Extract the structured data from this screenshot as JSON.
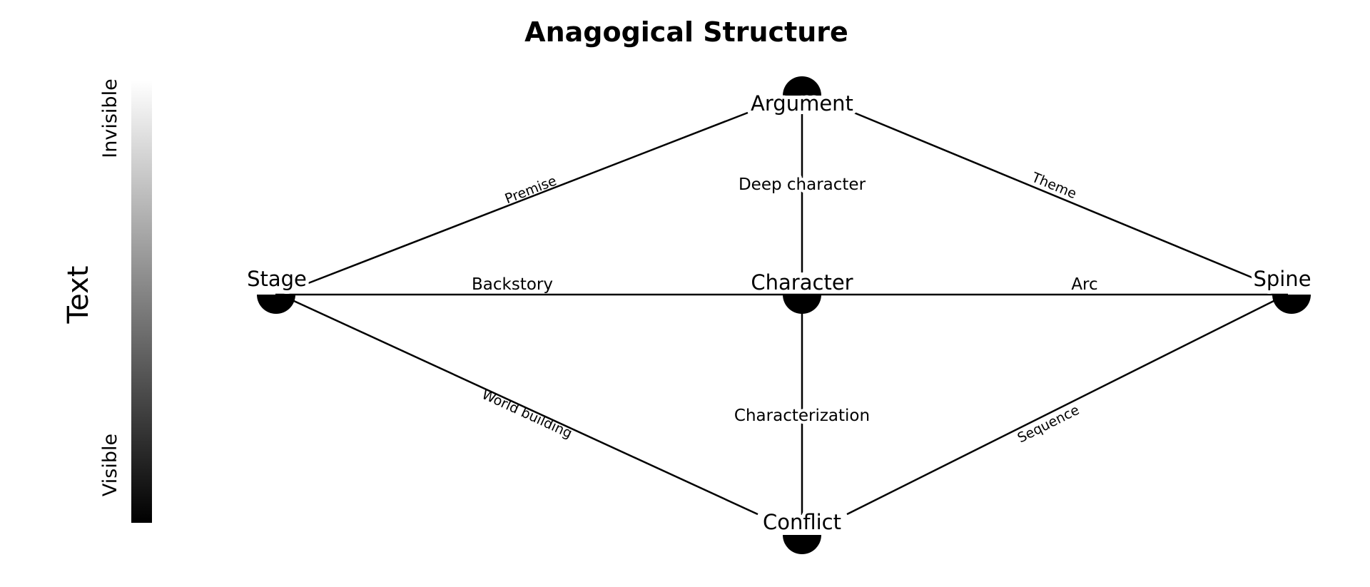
{
  "title": "Anagogical Structure",
  "scale": {
    "title": "Text",
    "top_label": "Invisible",
    "bottom_label": "Visible"
  },
  "nodes": {
    "argument": "Argument",
    "stage": "Stage",
    "character": "Character",
    "spine": "Spine",
    "conflict": "Conflict"
  },
  "edges": {
    "premise": "Premise",
    "theme": "Theme",
    "deep_character": "Deep character",
    "backstory": "Backstory",
    "arc": "Arc",
    "characterization": "Characterization",
    "world_building": "World building",
    "sequence": "Sequence"
  }
}
